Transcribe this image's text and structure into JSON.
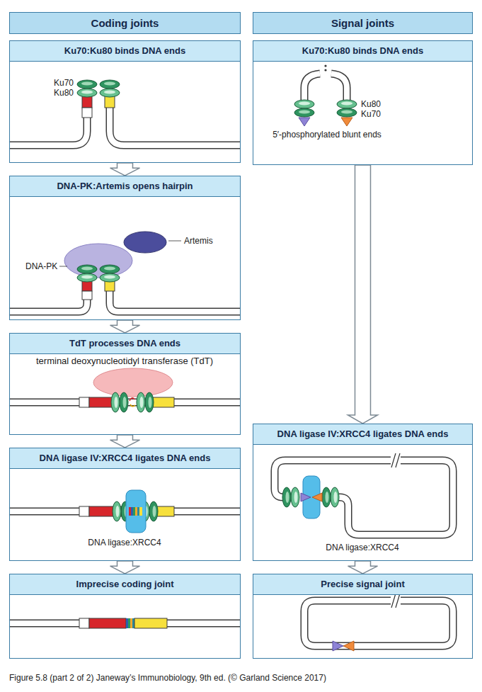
{
  "diagram": {
    "caption": "Figure 5.8 (part 2 of 2) Janeway’s Immunobiology, 9th ed. (© Garland Science 2017)",
    "nodes": [
      {
        "text": [
          "Coding joints"
        ]
      },
      {
        "text": [
          "Ku70:Ku80 binds DNA ends"
        ]
      },
      {
        "text": [
          "DNA-PK:Artemis opens hairpin"
        ]
      },
      {
        "text": [
          "TdT processes DNA ends"
        ]
      },
      {
        "text": [
          "DNA ligase IV:XRCC4 ligates DNA ends"
        ]
      },
      {
        "text": [
          "Imprecise coding joint"
        ]
      },
      {
        "text": [
          "Signal joints"
        ]
      },
      {
        "text": [
          "Ku70:Ku80 binds DNA ends"
        ]
      },
      {
        "text": [
          "DNA ligase IV:XRCC4 ligates DNA ends"
        ]
      },
      {
        "text": [
          "Precise signal joint"
        ]
      }
    ],
    "edges": [
      {
        "from": 1,
        "to": 2,
        "arrow": "to"
      },
      {
        "from": 2,
        "to": 3,
        "arrow": "to"
      },
      {
        "from": 3,
        "to": 4,
        "arrow": "to"
      },
      {
        "from": 4,
        "to": 5,
        "arrow": "to"
      },
      {
        "from": 7,
        "to": 8,
        "arrow": "to"
      },
      {
        "from": 8,
        "to": 9,
        "arrow": "to"
      }
    ],
    "labels": [
      "Ku70",
      "Ku80",
      "Artemis",
      "DNA-PK",
      "terminal deoxynucleotidyl transferase (TdT)",
      "DNA ligase:XRCC4",
      "Ku80",
      "Ku70",
      "5′-phosphorylated blunt ends",
      "DNA ligase:XRCC4"
    ]
  }
}
